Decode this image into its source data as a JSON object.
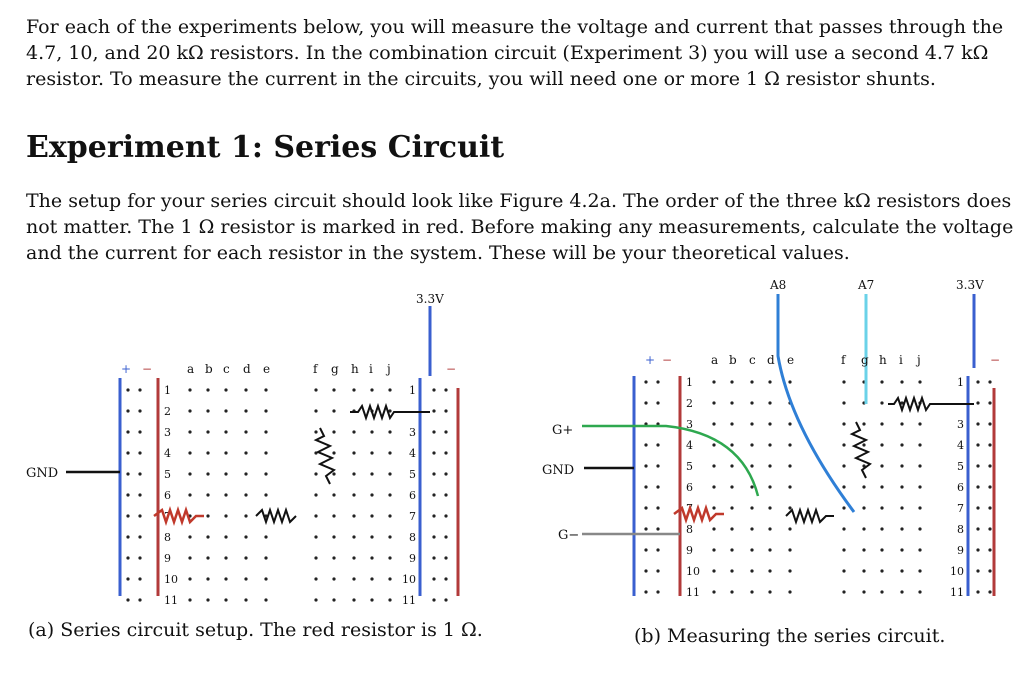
{
  "paragraph1": "For each of the experiments below, you will measure the voltage and current that passes through the 4.7, 10, and 20 kΩ resistors. In the combination circuit (Experiment 3) you will use a second 4.7 kΩ resistor. To measure the current in the circuits, you will need one or more 1 Ω resistor shunts.",
  "heading": "Experiment 1: Series Circuit",
  "paragraph2": "The setup for your series circuit should look like Figure 4.2a. The order of the three kΩ resistors does not matter. The 1 Ω resistor is marked in red. Before making any measurements, calculate the voltage and the current for each resistor in the system. These will be your theoretical values.",
  "figureA": {
    "plus": "+",
    "minus": "−",
    "minus_right": "−",
    "cols_left": [
      "a",
      "b",
      "c",
      "d",
      "e"
    ],
    "cols_right": [
      "f",
      "g",
      "h",
      "i",
      "j"
    ],
    "rows": [
      "1",
      "2",
      "3",
      "4",
      "5",
      "6",
      "7",
      "8",
      "9",
      "10",
      "11"
    ],
    "rows_right": [
      "1",
      "3",
      "4",
      "5",
      "6",
      "7",
      "8",
      "9",
      "10",
      "11"
    ],
    "gnd_label": "GND",
    "v33_label": "3.3V",
    "caption": "(a) Series circuit setup. The red resistor is 1 Ω."
  },
  "figureB": {
    "plus": "+",
    "minus": "−",
    "minus_right": "−",
    "cols_left": [
      "a",
      "b",
      "c",
      "d",
      "e"
    ],
    "cols_right": [
      "f",
      "g",
      "h",
      "i",
      "j"
    ],
    "rows": [
      "1",
      "2",
      "3",
      "4",
      "5",
      "6",
      "7",
      "8",
      "9",
      "10",
      "11"
    ],
    "rows_right": [
      "1",
      "3",
      "4",
      "5",
      "6",
      "7",
      "8",
      "9",
      "10",
      "11"
    ],
    "a8_label": "A8",
    "a7_label": "A7",
    "v33_label": "3.3V",
    "gplus_label": "G+",
    "gnd_label": "GND",
    "gminus_label": "G−",
    "caption": "(b) Measuring the series circuit."
  },
  "colors": {
    "rail_blue": "#3a5fcf",
    "rail_red": "#b23a3a",
    "wire_blue": "#2f7fd6",
    "wire_cyan": "#6ad2e8",
    "wire_green": "#2ea84f",
    "wire_gray": "#888888",
    "shunt_red": "#c0392b"
  }
}
